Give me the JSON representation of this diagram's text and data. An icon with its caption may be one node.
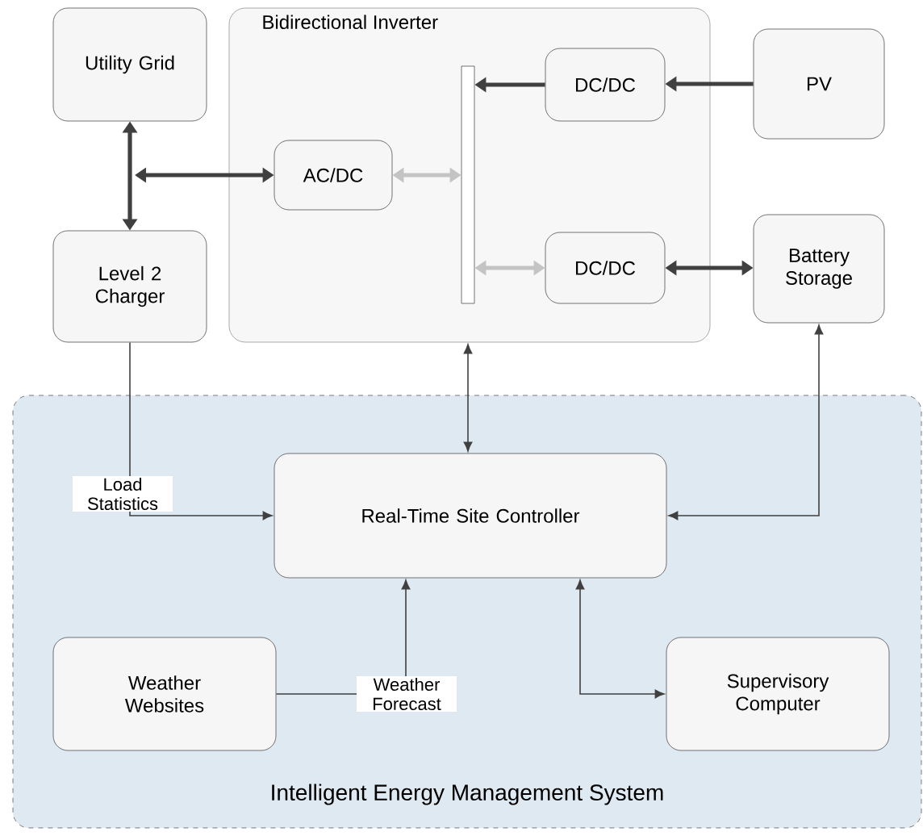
{
  "diagram": {
    "nodes": [
      {
        "text": [
          "Utility Grid"
        ]
      },
      {
        "text": [
          "Level 2 Charger"
        ]
      },
      {
        "text": [
          "Bidirectional Inverter"
        ]
      },
      {
        "text": [
          "AC/DC"
        ],
        "in": 2
      },
      {
        "text": [],
        "shape": "bar",
        "in": 2
      },
      {
        "text": [
          "DC/DC"
        ],
        "in": 2
      },
      {
        "text": [
          "DC/DC"
        ],
        "in": 2
      },
      {
        "text": [
          "PV"
        ]
      },
      {
        "text": [
          "Battery Storage"
        ]
      },
      {
        "text": [
          "Intelligent Energy Management System"
        ]
      },
      {
        "text": [
          "Real-Time Site Controller"
        ],
        "in": 9
      },
      {
        "text": [
          "Weather Websites"
        ],
        "in": 9
      },
      {
        "text": [
          "Supervisory Computer"
        ],
        "in": 9
      }
    ],
    "edges": [
      {
        "from": 0,
        "to": 1,
        "arrow": "both"
      },
      {
        "from": null,
        "to": 3,
        "arrow": "both"
      },
      {
        "from": 3,
        "to": 4,
        "arrow": "both",
        "color": "#c4c4c4"
      },
      {
        "from": 5,
        "to": 4,
        "arrow": "to"
      },
      {
        "from": 7,
        "to": 5,
        "arrow": "to"
      },
      {
        "from": 4,
        "to": 6,
        "arrow": "both",
        "color": "#c4c4c4"
      },
      {
        "from": 6,
        "to": 8,
        "arrow": "both"
      },
      {
        "from": 1,
        "to": 10,
        "arrow": "to",
        "label": "Load Statistics"
      },
      {
        "from": 2,
        "to": 10,
        "arrow": "both"
      },
      {
        "from": 8,
        "to": 10,
        "arrow": "both"
      },
      {
        "from": 11,
        "to": 10,
        "arrow": "to",
        "label": "Weather Forecast"
      },
      {
        "from": 10,
        "to": 12,
        "arrow": "both"
      }
    ]
  }
}
